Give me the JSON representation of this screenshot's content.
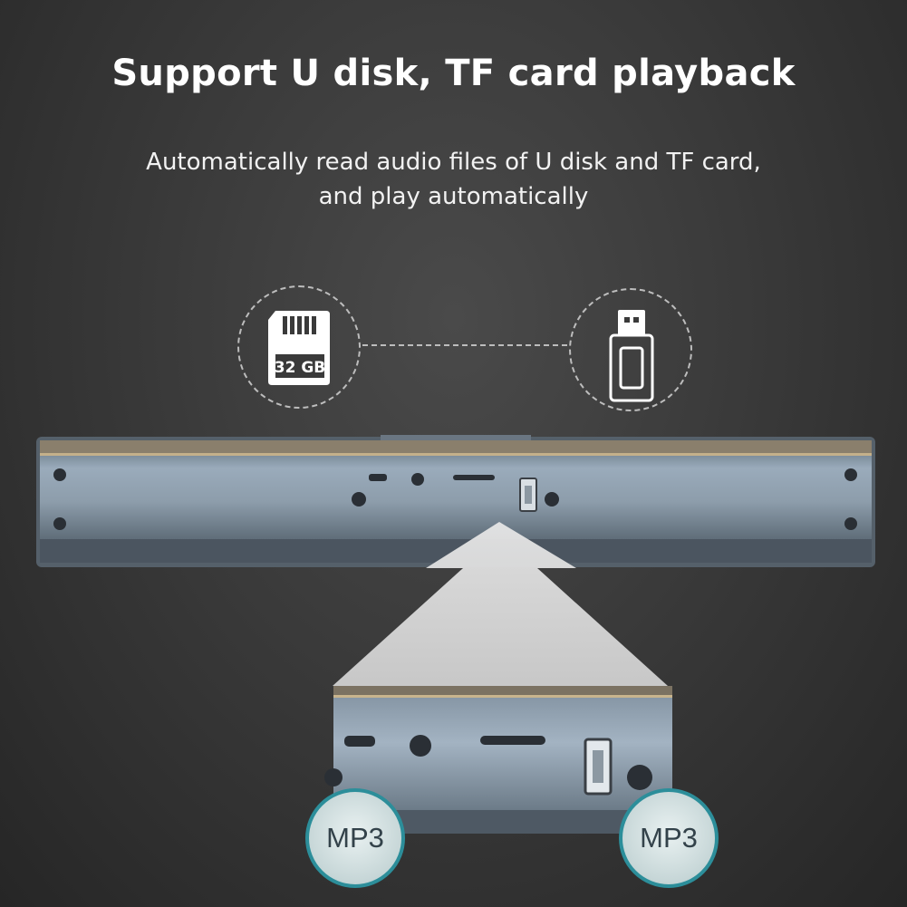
{
  "headline": "Support U disk, TF card playback",
  "subline": {
    "line1": "Automatically read audio files of U disk and TF card,",
    "line2": "and play automatically"
  },
  "icons": {
    "tf_card_label": "32 GB",
    "tf_card_icon": "sd-card-icon",
    "usb_icon": "usb-drive-icon"
  },
  "badges": {
    "left": "MP3",
    "right": "MP3"
  },
  "colors": {
    "badge_ring": "#2c8e9a",
    "background": "#3a3a3a"
  }
}
